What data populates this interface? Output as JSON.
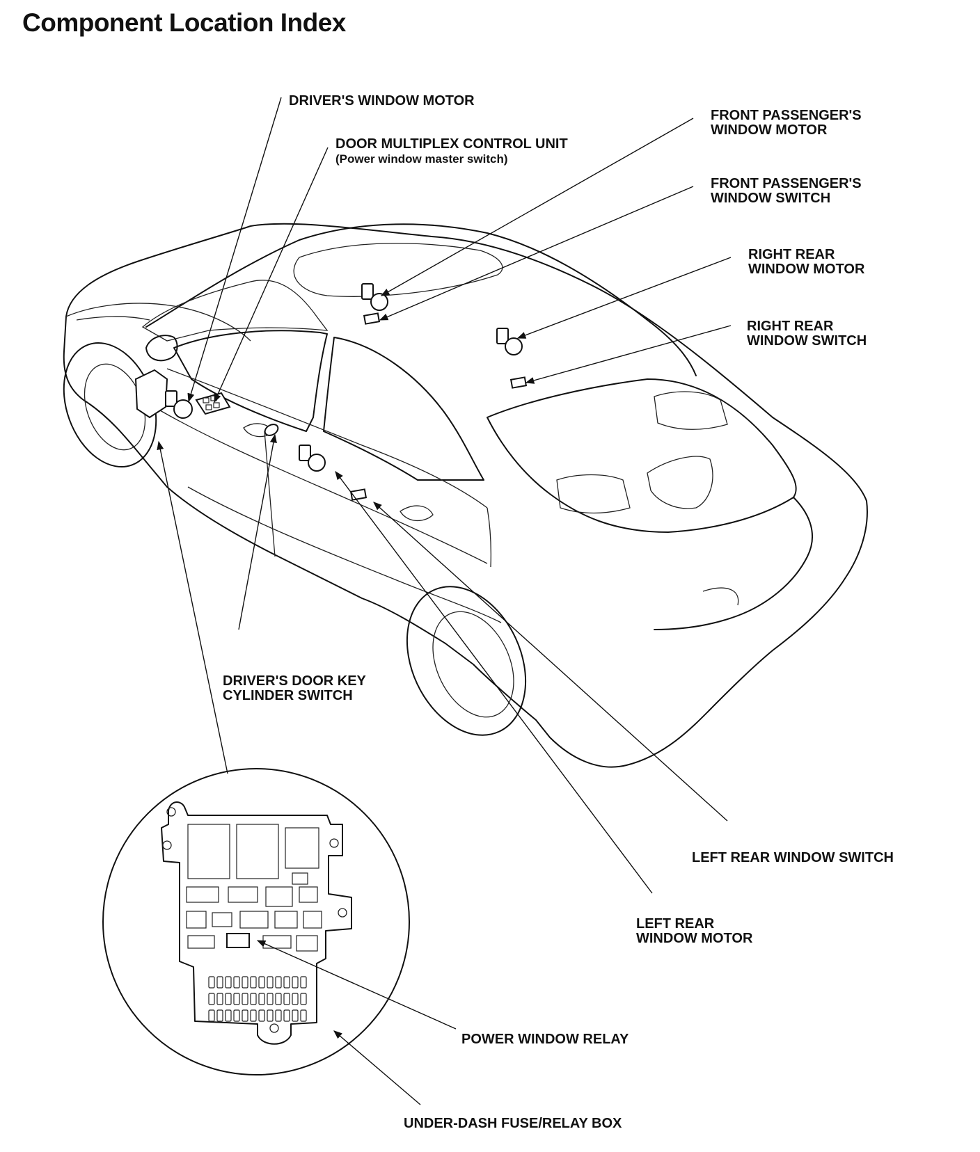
{
  "title": "Component Location Index",
  "labels": {
    "drivers_window_motor": "DRIVER'S WINDOW MOTOR",
    "door_multiplex_unit": "DOOR MULTIPLEX CONTROL UNIT",
    "door_multiplex_unit_sub": "(Power window master switch)",
    "front_passenger_window_motor_1": "FRONT PASSENGER'S",
    "front_passenger_window_motor_2": "WINDOW MOTOR",
    "front_passenger_window_switch_1": "FRONT PASSENGER'S",
    "front_passenger_window_switch_2": "WINDOW SWITCH",
    "right_rear_window_motor_1": "RIGHT REAR",
    "right_rear_window_motor_2": "WINDOW MOTOR",
    "right_rear_window_switch_1": "RIGHT REAR",
    "right_rear_window_switch_2": "WINDOW SWITCH",
    "drivers_door_key_1": "DRIVER'S DOOR KEY",
    "drivers_door_key_2": "CYLINDER SWITCH",
    "left_rear_window_switch": "LEFT REAR WINDOW SWITCH",
    "left_rear_window_motor_1": "LEFT REAR",
    "left_rear_window_motor_2": "WINDOW MOTOR",
    "power_window_relay": "POWER WINDOW RELAY",
    "under_dash_box": "UNDER-DASH FUSE/RELAY BOX"
  }
}
